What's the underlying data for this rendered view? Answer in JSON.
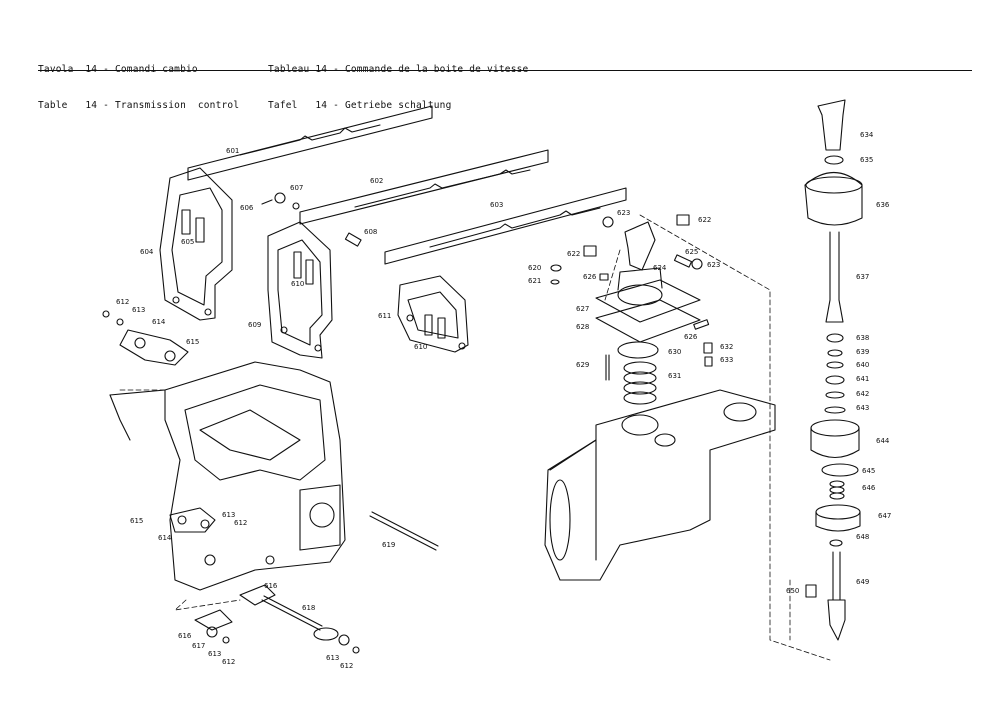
{
  "header": {
    "left_line1": "Tavola  14 - Comandi cambio",
    "left_line2": "Table   14 - Transmission  control",
    "right_line1": "Tableau 14 - Commande de la boite de vitesse",
    "right_line2": "Tafel   14 - Getriebe schaltung"
  },
  "labels": [
    "601",
    "602",
    "603",
    "604",
    "605",
    "606",
    "607",
    "608",
    "609",
    "610",
    "611",
    "610",
    "612",
    "613",
    "614",
    "615",
    "622",
    "622",
    "623",
    "623",
    "624",
    "625",
    "620",
    "621",
    "626",
    "626",
    "627",
    "628",
    "629",
    "630",
    "631",
    "632",
    "633",
    "634",
    "635",
    "636",
    "637",
    "638",
    "639",
    "640",
    "641",
    "642",
    "643",
    "644",
    "645",
    "646",
    "647",
    "648",
    "649",
    "650",
    "615",
    "614",
    "613",
    "612",
    "619",
    "616",
    "618",
    "616",
    "617",
    "613",
    "612",
    "613",
    "612"
  ]
}
